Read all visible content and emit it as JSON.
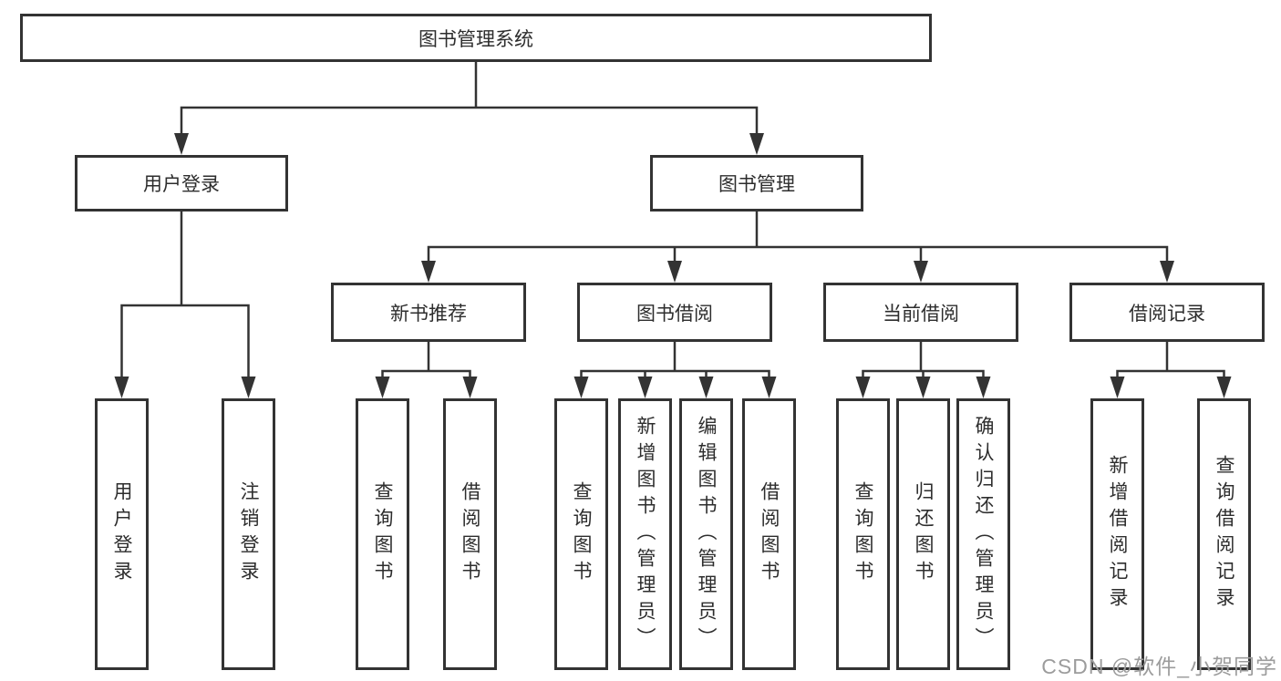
{
  "diagram_title": "图书管理系统",
  "root": {
    "label": "图书管理系统"
  },
  "level2": [
    {
      "label": "用户登录"
    },
    {
      "label": "图书管理"
    }
  ],
  "level3": [
    {
      "label": "新书推荐"
    },
    {
      "label": "图书借阅"
    },
    {
      "label": "当前借阅"
    },
    {
      "label": "借阅记录"
    }
  ],
  "leaves": {
    "user_login": [
      "用户登录",
      "注销登录"
    ],
    "new_book": [
      "查询图书",
      "借阅图书"
    ],
    "borrow": [
      "查询图书",
      "新增图书（管理员）",
      "编辑图书（管理员）",
      "借阅图书"
    ],
    "current": [
      "查询图书",
      "归还图书",
      "确认归还（管理员）"
    ],
    "records": [
      "新增借阅记录",
      "查询借阅记录"
    ]
  },
  "watermark": "CSDN @软件_小贺同学",
  "colors": {
    "line": "#333333",
    "box_border": "#333333",
    "box_fill": "#ffffff",
    "text": "#2d2d2d",
    "watermark": "#9c9c9c"
  }
}
